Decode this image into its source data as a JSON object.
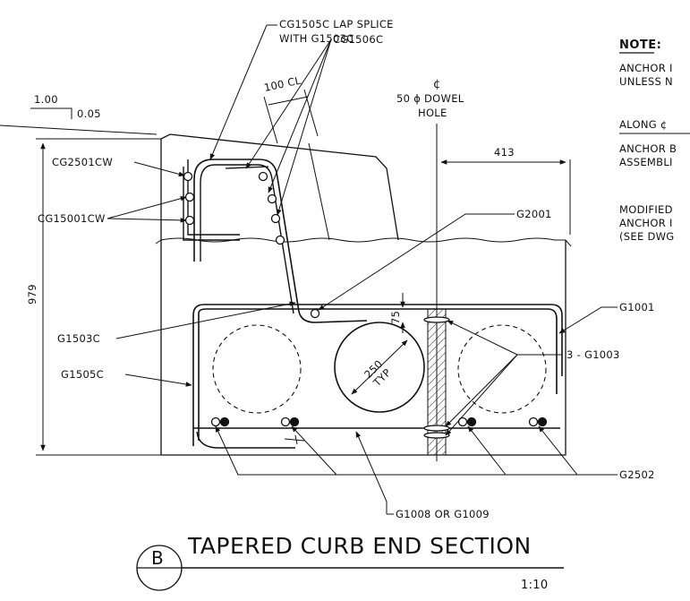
{
  "title": {
    "marker": "B",
    "text": "TAPERED CURB END SECTION",
    "scale": "1:10"
  },
  "notes": {
    "heading": "NOTE:",
    "note1_line1": "ANCHOR I",
    "note1_line2": "UNLESS N",
    "along_label": "ALONG ¢",
    "note2_line1": "ANCHOR B",
    "note2_line2": "ASSEMBLI",
    "note3_line1": "MODIFIED",
    "note3_line2": "ANCHOR I",
    "note3_line3": "(SEE DWG"
  },
  "slope": {
    "run": "1.00",
    "rise": "0.05"
  },
  "dimensions": {
    "height": "979",
    "offset": "413",
    "cover": "75",
    "spacing": "100 CL",
    "hole_dia": "250",
    "hole_typ": "TYP"
  },
  "centerline": {
    "symbol": "¢",
    "line1": "50 ϕ DOWEL",
    "line2": "HOLE"
  },
  "callouts": {
    "lap1": "CG1505C LAP SPLICE",
    "lap2": "WITH G1503C",
    "cg1506c": "CG1506C",
    "cg2501cw": "CG2501CW",
    "cg15001cw": "CG15001CW",
    "g2001": "G2001",
    "g1001": "G1001",
    "g1003": "3 - G1003",
    "g1503c": "G1503C",
    "g1505c": "G1505C",
    "g2502": "G2502",
    "g1008": "G1008 OR G1009"
  },
  "colors": {
    "ink": "#111111",
    "paper": "#ffffff"
  }
}
